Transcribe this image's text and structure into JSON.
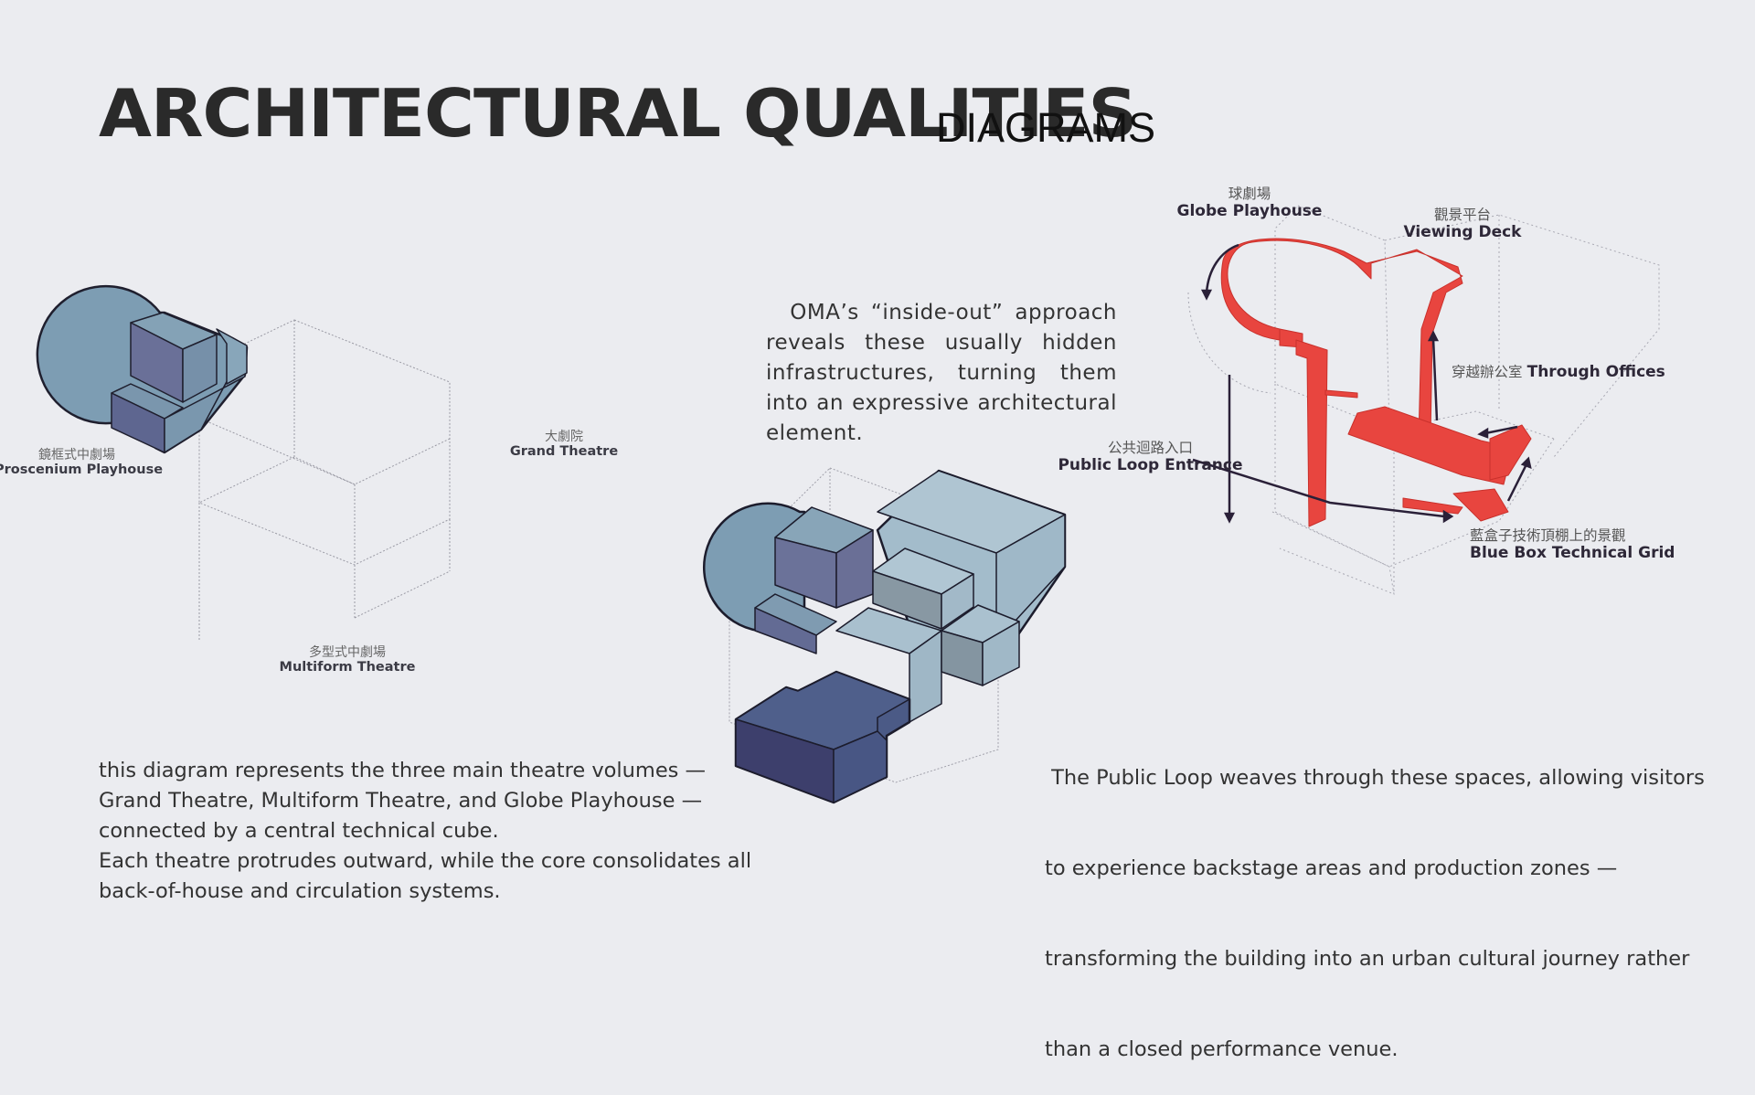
{
  "slide": {
    "title": "ARCHITECTURAL QUALITIES",
    "subtitle": "DIAGRAMS"
  },
  "diagrams": {
    "exploded_volumes": {
      "labels": {
        "proscenium": {
          "zh": "鏡框式中劇場",
          "en": "Proscenium Playhouse"
        },
        "grand": {
          "zh": "大劇院",
          "en": "Grand Theatre"
        },
        "multiform": {
          "zh": "多型式中劇場",
          "en": "Multiform Theatre"
        }
      }
    },
    "public_loop": {
      "accent_color": "#e8453f",
      "labels": {
        "globe": {
          "zh": "球劇場",
          "en": "Globe Playhouse"
        },
        "viewing_deck": {
          "zh": "觀景平台",
          "en": "Viewing Deck"
        },
        "through_offices": {
          "zh": "穿越辦公室",
          "en": "Through Offices"
        },
        "entrance": {
          "zh": "公共迴路入口",
          "en": "Public Loop Entrance"
        },
        "technical_grid": {
          "zh": "藍盒子技術頂棚上的景觀",
          "en": "Blue Box Technical Grid"
        }
      }
    }
  },
  "paragraphs": {
    "oma": "OMA’s “inside-out” approach reveals these usually hidden infrastructures, turning them into an expressive architectural element.",
    "left_lines": [
      "this diagram represents the three main theatre volumes —",
      "Grand Theatre, Multiform Theatre, and Globe Playhouse —",
      "connected by a central technical cube.",
      "Each theatre protrudes outward, while the core consolidates all",
      "back-of-house and circulation systems."
    ],
    "right_lines": [
      " The Public Loop weaves through these spaces, allowing visitors",
      "to experience backstage areas and production zones —",
      "transforming the building into an urban cultural journey rather",
      "than a closed performance venue."
    ]
  },
  "colors": {
    "background": "#ebecf0",
    "volume_light": "#a3bccb",
    "volume_mid": "#7d9db3",
    "volume_dark": "#4b5a86",
    "volume_darker": "#3d3f6c",
    "loop_red": "#e8453f"
  }
}
